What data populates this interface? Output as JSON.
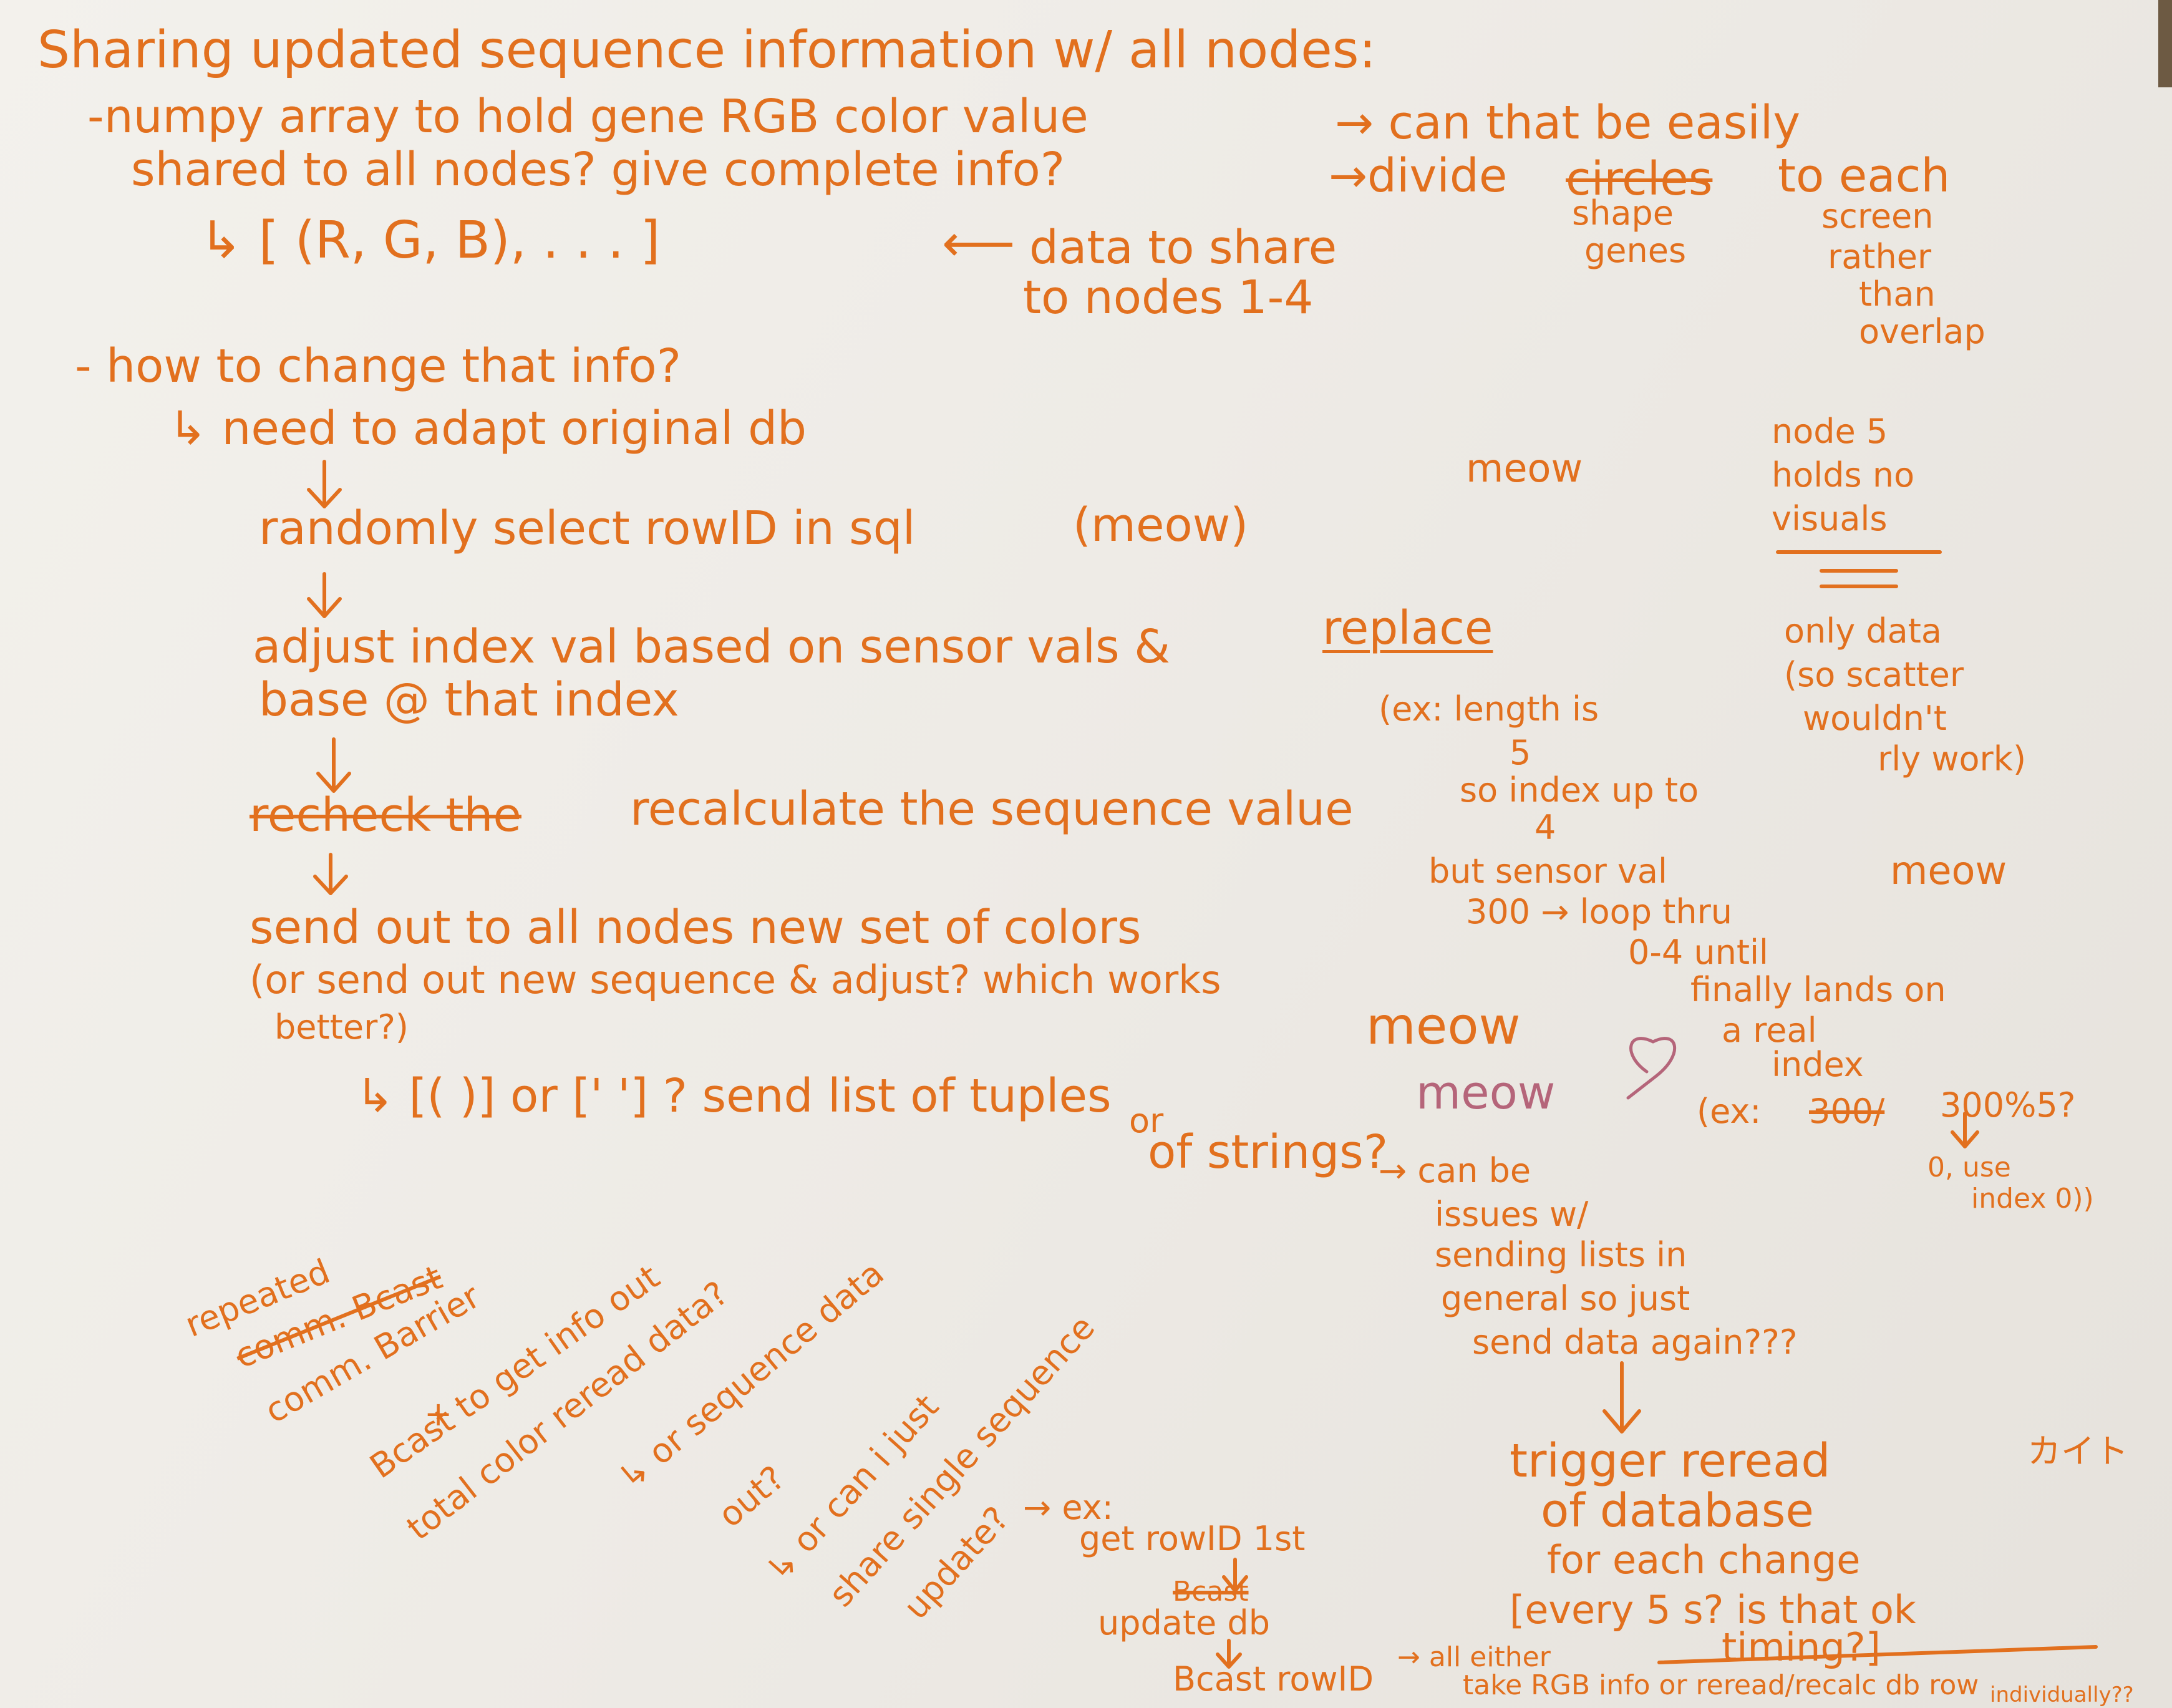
{
  "colors": {
    "ink": "#e2701e",
    "ink_pink": "#b5657a",
    "paper": "#f1efea"
  },
  "title": "Sharing updated sequence information w/ all nodes:",
  "bullet1": {
    "line1": "-numpy array to hold gene RGB color value",
    "arrow_note": "→ can that be easily",
    "line2": "shared to all nodes? give complete info?",
    "divide": "→divide",
    "struck_word": "circles",
    "to_each": "to each",
    "shape": "shape",
    "genes": "genes",
    "screen": "screen",
    "rather": "rather",
    "than": "than",
    "overlap": "overlap",
    "array_example": "↳ [ (R, G, B), . . . ]",
    "share_arrow": "⟵",
    "data_to_share": "data to share",
    "to_nodes": "to nodes 1-4"
  },
  "bullet2": {
    "line1": "- how to change that info?",
    "need": "↳ need to adapt original db",
    "step1": "randomly select rowID in sql",
    "meow_paren": "(meow)",
    "step2_a": "adjust index val based on sensor vals &",
    "replace": "replace",
    "step2_b": "base @ that index",
    "step3_struck": "recheck the",
    "step3": "recalculate the sequence value",
    "step4_a": "send out to all nodes new set of colors",
    "step4_b": "(or send out new sequence & adjust? which works",
    "step4_c": "better?)",
    "tuple_q": "↳ [( )] or [' '] ? send list of tuples",
    "or_word": "or",
    "strings": "of strings?",
    "can_be": "→ can be",
    "issues": "issues w/",
    "sending": "sending lists in",
    "general": "general so just",
    "send_again": "send data again???",
    "trigger": "trigger reread",
    "database": "of database",
    "each_change": "for each change",
    "every": "[every 5 s? is that ok",
    "timing": "timing?]",
    "all_either": "→ all either",
    "take_rgb": "take RGB info or reread/recalc db row",
    "individually": "individually??"
  },
  "example": {
    "ex1": "(ex: length is",
    "five": "5",
    "so_index": "so index up to",
    "four": "4",
    "but_sensor": "but sensor val",
    "loop": "300 → loop thru",
    "until": "0-4 until",
    "finally": "finally lands on",
    "a_real": "a real",
    "index": "index",
    "ex_struck": "300/",
    "ex_prefix": "(ex:",
    "mod": "300%5?",
    "zero_use": "0, use",
    "index_zero": "index 0))"
  },
  "node5": {
    "l1": "node 5",
    "l2": "holds no",
    "l3": "visuals",
    "eq": "=",
    "l4": "only data",
    "l5": "(so scatter",
    "l6": "wouldn't",
    "l7": "rly work)"
  },
  "meows": [
    "meow",
    "meow",
    "meow",
    "meow"
  ],
  "left_diag": {
    "repeated": "repeated",
    "struck": "comm. Bcast",
    "barrier": "comm. Barrier",
    "plus": "+",
    "bcast": "Bcast to get info out",
    "total": "total color reread data?",
    "or_seq": "↳ or sequence data",
    "out": "out?",
    "or_can": "↳ or can i just",
    "share": "share single sequence",
    "update": "update?"
  },
  "ex_flow": {
    "ex": "→ ex:",
    "get": "get rowID 1st",
    "struck": "Bcast",
    "update_db": "update db",
    "bcast_row": "Bcast rowID"
  },
  "kaito": "カイト"
}
